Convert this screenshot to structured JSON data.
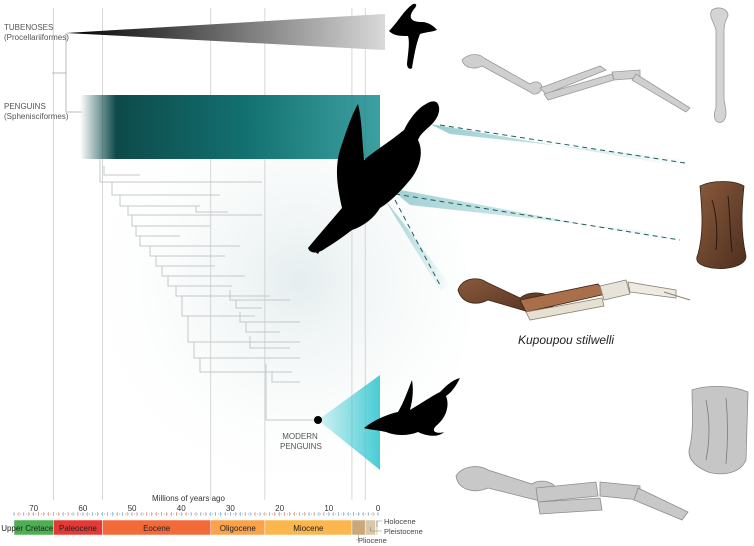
{
  "clades": {
    "tubenoses": {
      "name": "TUBENOSES",
      "order": "(Procellariiformes)"
    },
    "penguins": {
      "name": "PENGUINS",
      "order": "(Sphenisciformes)"
    },
    "modern": {
      "line1": "MODERN",
      "line2": "PENGUINS"
    }
  },
  "species_name": "Kupoupou stilwelli",
  "timescale": {
    "title": "Millions of years ago",
    "ticks": [
      "70",
      "60",
      "50",
      "40",
      "30",
      "20",
      "10",
      "0"
    ],
    "tick_values": [
      70,
      60,
      50,
      40,
      30,
      20,
      10,
      0
    ],
    "range_ma": [
      74,
      0
    ],
    "periods": [
      {
        "name": "Upper Cretaceous",
        "start": 74,
        "end": 66,
        "color": "#4caf50"
      },
      {
        "name": "Paleocene",
        "start": 66,
        "end": 56,
        "color": "#e53935"
      },
      {
        "name": "Eocene",
        "start": 56,
        "end": 34,
        "color": "#f26a3a"
      },
      {
        "name": "Oligocene",
        "start": 34,
        "end": 23,
        "color": "#fba24a"
      },
      {
        "name": "Miocene",
        "start": 23,
        "end": 5.3,
        "color": "#fbb64e"
      },
      {
        "name": "Pliocene",
        "start": 5.3,
        "end": 2.6,
        "color": "#c9a97a"
      },
      {
        "name": "Pleistocene",
        "start": 2.6,
        "end": 0.5,
        "color": "#d9c7a8"
      },
      {
        "name": "Holocene",
        "start": 0.5,
        "end": 0,
        "color": "#e8ddc9"
      }
    ],
    "small_period_labels": [
      "Holocene",
      "Pleistocene",
      "Pliocene"
    ]
  },
  "colors": {
    "penguin_band": "#0e4a4a",
    "accent_cyan": "#35c6d0",
    "silhouette": "#000000",
    "grid": "#cccccc"
  }
}
